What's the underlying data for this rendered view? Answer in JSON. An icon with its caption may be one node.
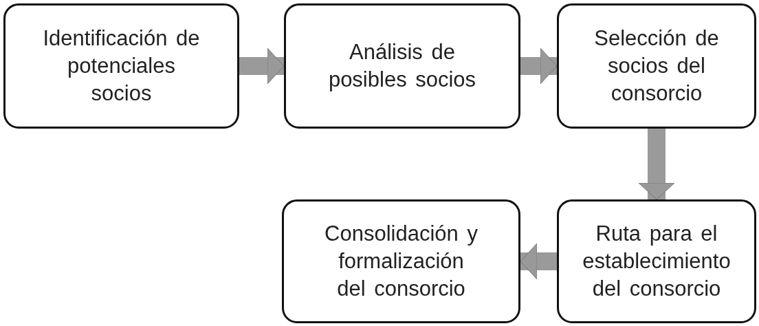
{
  "diagram": {
    "nodes": [
      {
        "text": [
          "Identificación de potenciales socios"
        ]
      },
      {
        "text": [
          "Análisis de posibles socios"
        ]
      },
      {
        "text": [
          "Selección de socios del consorcio"
        ]
      },
      {
        "text": [
          "Ruta para el establecimiento del consorcio"
        ]
      },
      {
        "text": [
          "Consolidación y formalización del consorcio"
        ]
      }
    ],
    "edges": [
      {
        "from": 0,
        "to": 1,
        "arrow": "to"
      },
      {
        "from": 1,
        "to": 2,
        "arrow": "to"
      },
      {
        "from": 2,
        "to": 3,
        "arrow": "to"
      },
      {
        "from": 3,
        "to": 4,
        "arrow": "to"
      }
    ]
  }
}
